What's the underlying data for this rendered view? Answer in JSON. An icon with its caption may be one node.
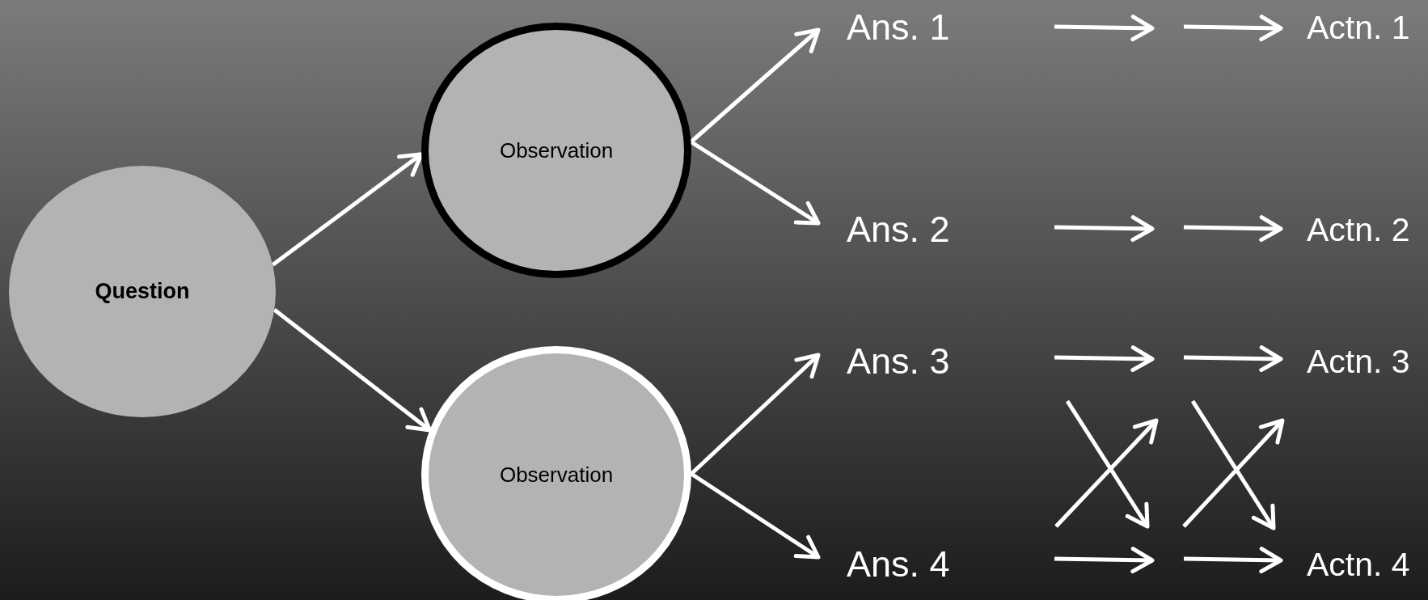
{
  "diagram": {
    "nodes": [
      {
        "text": [
          "Question"
        ]
      },
      {
        "text": [
          "Observation"
        ]
      },
      {
        "text": [
          "Observation"
        ]
      },
      {
        "text": [
          "Ans. 1"
        ]
      },
      {
        "text": [
          "Ans. 2"
        ]
      },
      {
        "text": [
          "Ans. 3"
        ]
      },
      {
        "text": [
          "Ans. 4"
        ]
      },
      {
        "text": [
          "Actn. 1"
        ]
      },
      {
        "text": [
          "Actn. 2"
        ]
      },
      {
        "text": [
          "Actn. 3"
        ]
      },
      {
        "text": [
          "Actn. 4"
        ]
      }
    ],
    "edges": [
      {
        "from": 0,
        "to": 1,
        "arrow": "to"
      },
      {
        "from": 0,
        "to": 2,
        "arrow": "to"
      },
      {
        "from": 1,
        "to": 3,
        "arrow": "to"
      },
      {
        "from": 1,
        "to": 4,
        "arrow": "to"
      },
      {
        "from": 2,
        "to": 5,
        "arrow": "to"
      },
      {
        "from": 2,
        "to": 6,
        "arrow": "to"
      },
      {
        "from": null,
        "to": 7,
        "arrow": "to"
      },
      {
        "from": null,
        "to": 8,
        "arrow": "to"
      },
      {
        "from": null,
        "to": 9,
        "arrow": "to"
      },
      {
        "from": null,
        "to": 10,
        "arrow": "to"
      }
    ]
  }
}
